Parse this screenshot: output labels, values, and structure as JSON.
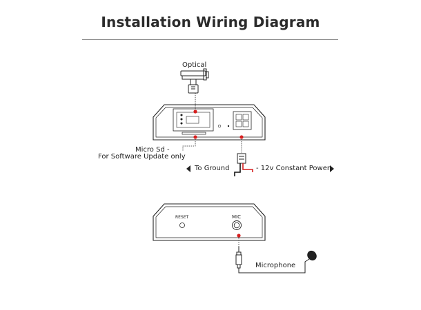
{
  "title": "Installation Wiring Diagram",
  "labels": {
    "optical": "Optical",
    "micro_sd_line1": "Micro Sd -",
    "micro_sd_line2": "For Software Update only",
    "to_ground": "To Ground",
    "power": "- 12v Constant Power",
    "reset": "RESET",
    "mic": "MIC",
    "microphone": "Microphone"
  },
  "colors": {
    "line": "#222222",
    "accent_dot": "#d61f1f",
    "power_wire": "#d61f1f",
    "ground_wire": "#111111",
    "rule": "#8a8a8a"
  },
  "icons": {
    "left_arrow": "left-triangle-icon",
    "right_arrow": "right-triangle-icon"
  }
}
